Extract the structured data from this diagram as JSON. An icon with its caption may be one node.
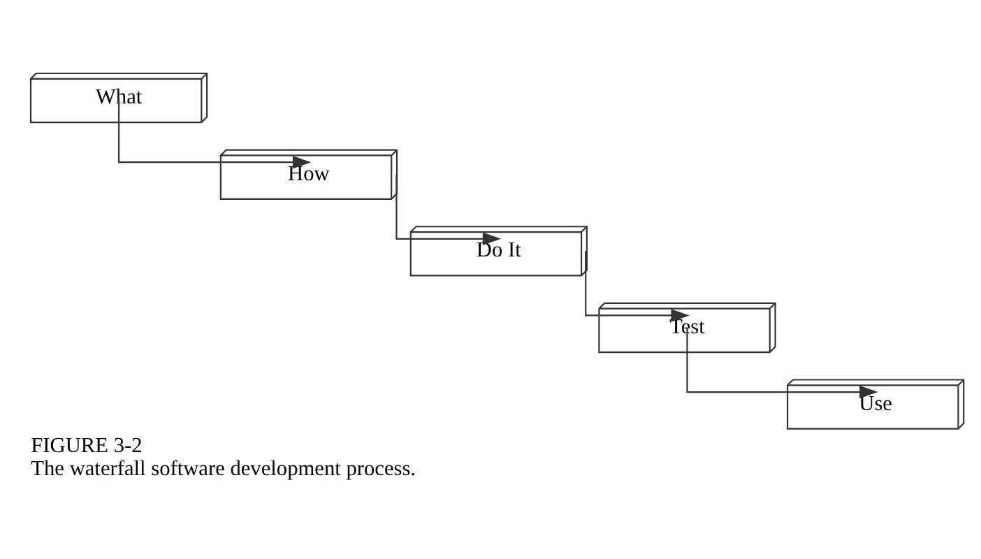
{
  "diagram": {
    "title": "FIGURE 3-2",
    "caption": "The waterfall software development process.",
    "nodes": [
      {
        "text": [
          "What"
        ]
      },
      {
        "text": [
          "How"
        ]
      },
      {
        "text": [
          "Do It"
        ]
      },
      {
        "text": [
          "Test"
        ]
      },
      {
        "text": [
          "Use"
        ]
      }
    ],
    "edges": [
      {
        "from": 0,
        "to": 1,
        "arrow": "to"
      },
      {
        "from": 1,
        "to": 2,
        "arrow": "to"
      },
      {
        "from": 2,
        "to": 3,
        "arrow": "to"
      },
      {
        "from": 3,
        "to": 4,
        "arrow": "to"
      }
    ]
  }
}
